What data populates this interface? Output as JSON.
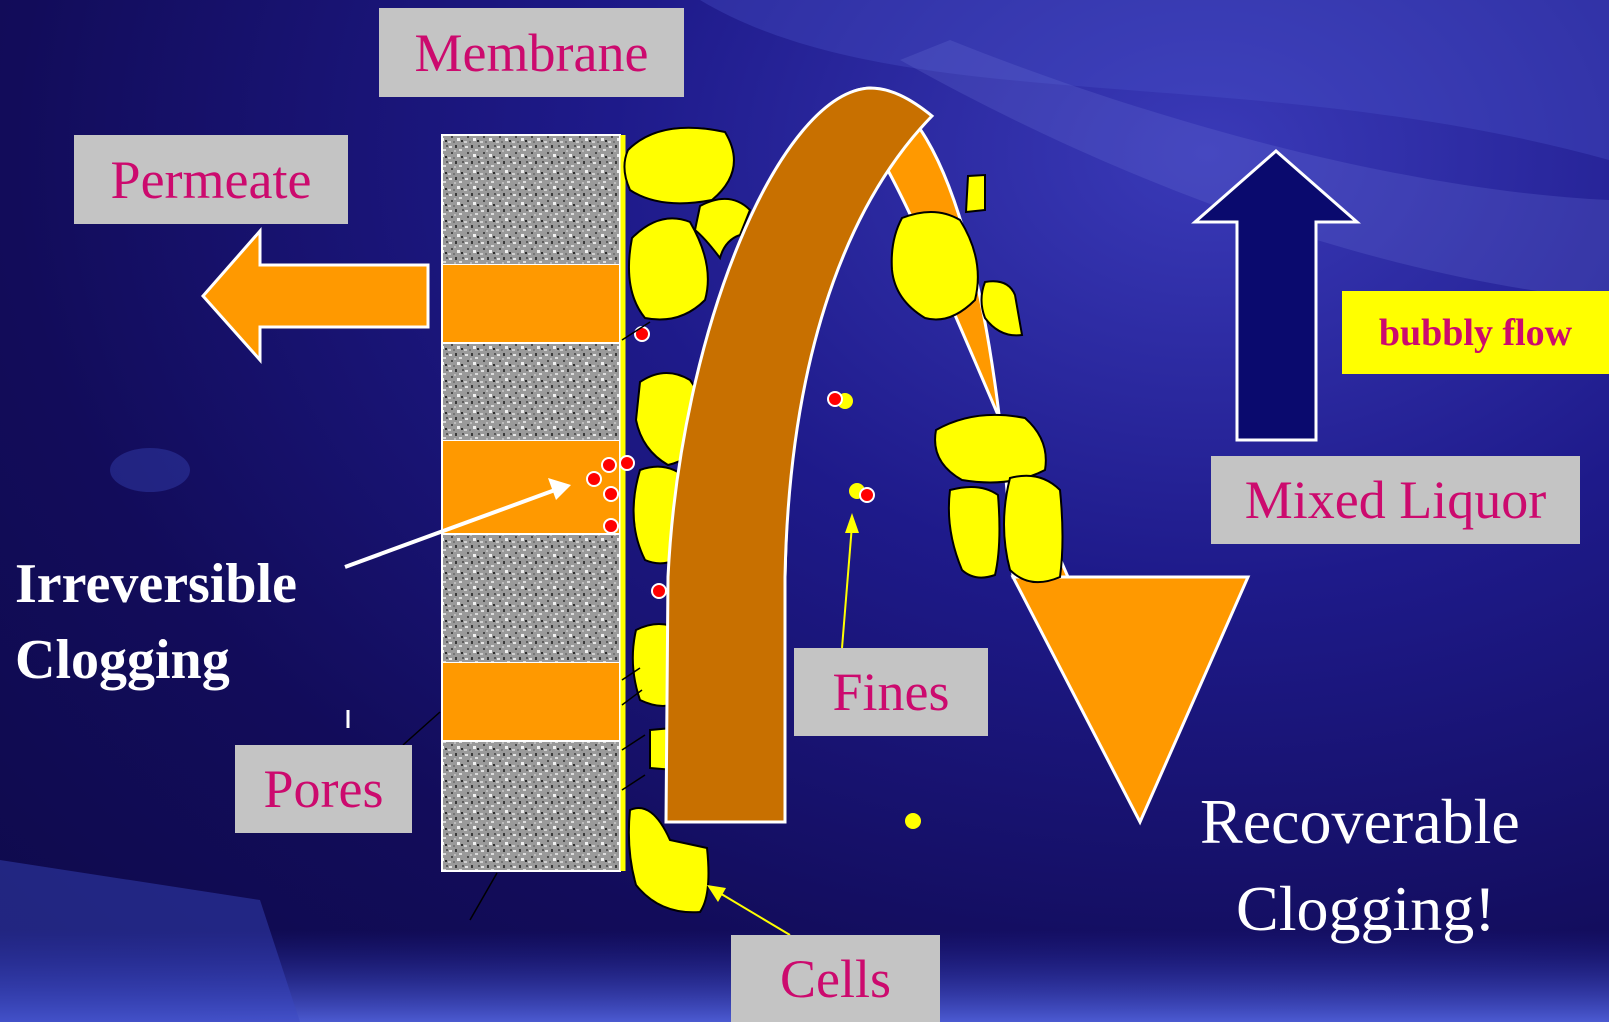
{
  "labels": {
    "membrane": "Membrane",
    "permeate": "Permeate",
    "pores": "Pores",
    "fines": "Fines",
    "cells": "Cells",
    "mixed_liquor": "Mixed Liquor",
    "bubbly_flow": "bubbly flow",
    "irreversible_line1": "Irreversible",
    "irreversible_line2": "Clogging",
    "recoverable_line1": "Recoverable",
    "recoverable_line2": "Clogging!"
  },
  "colors": {
    "background": "#14106a",
    "label_box": "#c4c4c4",
    "label_text": "#cc0a6e",
    "orange": "#ff9900",
    "dark_orange": "#c87000",
    "cell_yellow": "#ffff00",
    "fine_red": "#ff0000",
    "flow_arrow": "#0a0a6e"
  }
}
